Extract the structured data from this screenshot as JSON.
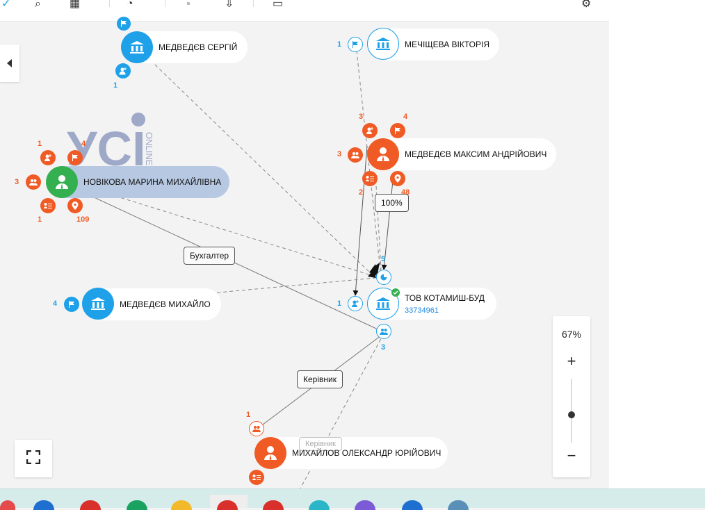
{
  "colors": {
    "orange": "#f05a24",
    "blue": "#1ea1e8",
    "green": "#34b050",
    "selected_pill": "#b7c9e2",
    "edge": "#8a8a8a"
  },
  "watermark": {
    "text": "УСІ",
    "sub": "ONLINE"
  },
  "nodes": {
    "medvedev_serhii": {
      "name": "МЕДВЕДЄВ СЕРГІЙ",
      "icon": "bank-icon",
      "counts": {
        "flag": "",
        "user": "1"
      }
    },
    "mechishcheva": {
      "name": "МЕЧІЩЕВА ВІКТОРІЯ",
      "icon": "bank-icon",
      "counts": {
        "flag": "1"
      }
    },
    "medvedev_maksym": {
      "name": "МЕДВЕДЄВ МАКСИМ АНДРІЙОВИЧ",
      "icon": "person-icon",
      "counts": {
        "add_user": "3",
        "flag": "4",
        "group": "3",
        "list": "2",
        "pin": "48"
      }
    },
    "novikova": {
      "name": "НОВІКОВА МАРИНА МИХАЙЛІВНА",
      "icon": "person-icon",
      "counts": {
        "add_user": "1",
        "flag": "4",
        "group": "3",
        "list": "1",
        "pin": "109"
      }
    },
    "medvedev_mykhailo": {
      "name": "МЕДВЕДЄВ МИХАЙЛО",
      "icon": "bank-icon",
      "counts": {
        "flag": "4"
      }
    },
    "kotamysh": {
      "name": "ТОВ КОТАМИШ-БУД",
      "code": "33734961",
      "icon": "bank-icon",
      "counts": {
        "user": "1",
        "pie": "5",
        "group": "3"
      }
    },
    "mykhailov": {
      "name": "МИХАЙЛОВ ОЛЕКСАНДР ЮРІЙОВИЧ",
      "icon": "person-icon",
      "counts": {
        "group": "1"
      }
    }
  },
  "edge_labels": {
    "buhgalter": "Бухгалтер",
    "kerivnyk": "Керівник",
    "kerivnyk_faded": "Керівник",
    "percent": "100%"
  },
  "zoom": {
    "level": "67%",
    "plus": "+",
    "minus": "−"
  }
}
